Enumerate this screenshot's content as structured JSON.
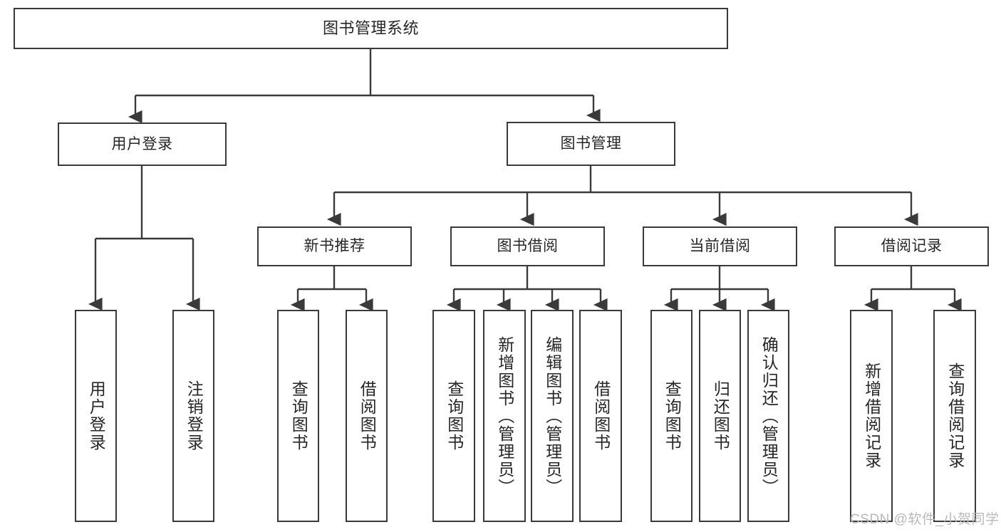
{
  "diagram": {
    "title": "图书管理系统",
    "type": "tree-hierarchy",
    "root": {
      "label": "图书管理系统"
    },
    "level1": [
      {
        "label": "用户登录"
      },
      {
        "label": "图书管理"
      }
    ],
    "level2": [
      {
        "label": "新书推荐"
      },
      {
        "label": "图书借阅"
      },
      {
        "label": "当前借阅"
      },
      {
        "label": "借阅记录"
      }
    ],
    "leaves": {
      "user_login": [
        {
          "label": "用户登录"
        },
        {
          "label": "注销登录"
        }
      ],
      "new_book_recommend": [
        {
          "label": "查询图书"
        },
        {
          "label": "借阅图书"
        }
      ],
      "book_borrow": [
        {
          "label": "查询图书"
        },
        {
          "label": "新增图书（管理员）"
        },
        {
          "label": "编辑图书（管理员）"
        },
        {
          "label": "借阅图书"
        }
      ],
      "current_borrow": [
        {
          "label": "查询图书"
        },
        {
          "label": "归还图书"
        },
        {
          "label": "确认归还（管理员）"
        }
      ],
      "borrow_record": [
        {
          "label": "新增借阅记录"
        },
        {
          "label": "查询借阅记录"
        }
      ]
    }
  },
  "watermark": {
    "text": "CSDN @软件_小贺同学"
  },
  "colors": {
    "stroke": "#3a3a3a",
    "fill": "#ffffff",
    "text": "#262626",
    "watermark": "#b9b9b9"
  }
}
